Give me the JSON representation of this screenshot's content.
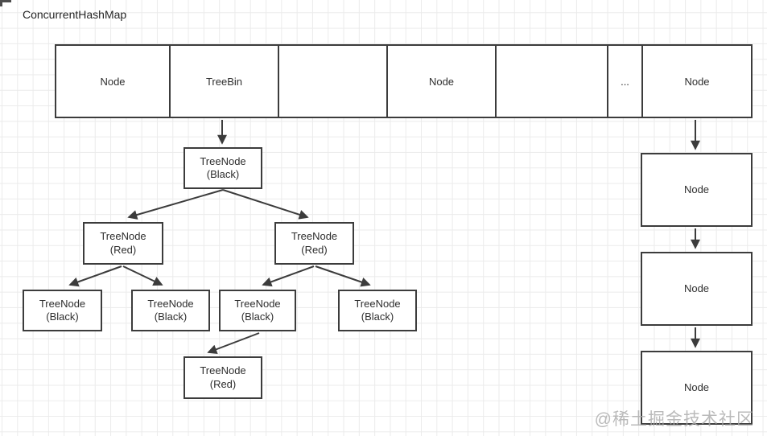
{
  "page": {
    "title": "ConcurrentHashMap",
    "watermark": "@稀土掘金技术社区"
  },
  "array": {
    "cells": [
      {
        "label": "Node"
      },
      {
        "label": "TreeBin"
      },
      {
        "label": ""
      },
      {
        "label": "Node"
      },
      {
        "label": ""
      },
      {
        "label": "..."
      },
      {
        "label": "Node"
      }
    ]
  },
  "tree": {
    "root": {
      "line1": "TreeNode",
      "line2": "(Black)"
    },
    "left": {
      "line1": "TreeNode",
      "line2": "(Red)"
    },
    "right": {
      "line1": "TreeNode",
      "line2": "(Red)"
    },
    "left_left": {
      "line1": "TreeNode",
      "line2": "(Black)"
    },
    "left_right": {
      "line1": "TreeNode",
      "line2": "(Black)"
    },
    "right_left": {
      "line1": "TreeNode",
      "line2": "(Black)"
    },
    "right_right": {
      "line1": "TreeNode",
      "line2": "(Black)"
    },
    "bottom_red": {
      "line1": "TreeNode",
      "line2": "(Red)"
    }
  },
  "chain": {
    "nodes": [
      {
        "label": "Node"
      },
      {
        "label": "Node"
      },
      {
        "label": "Node"
      }
    ]
  },
  "colors": {
    "stroke": "#3c3c3c",
    "grid": "#ebebeb",
    "text": "#2e2e2e",
    "watermark": "#a9a9a9"
  }
}
